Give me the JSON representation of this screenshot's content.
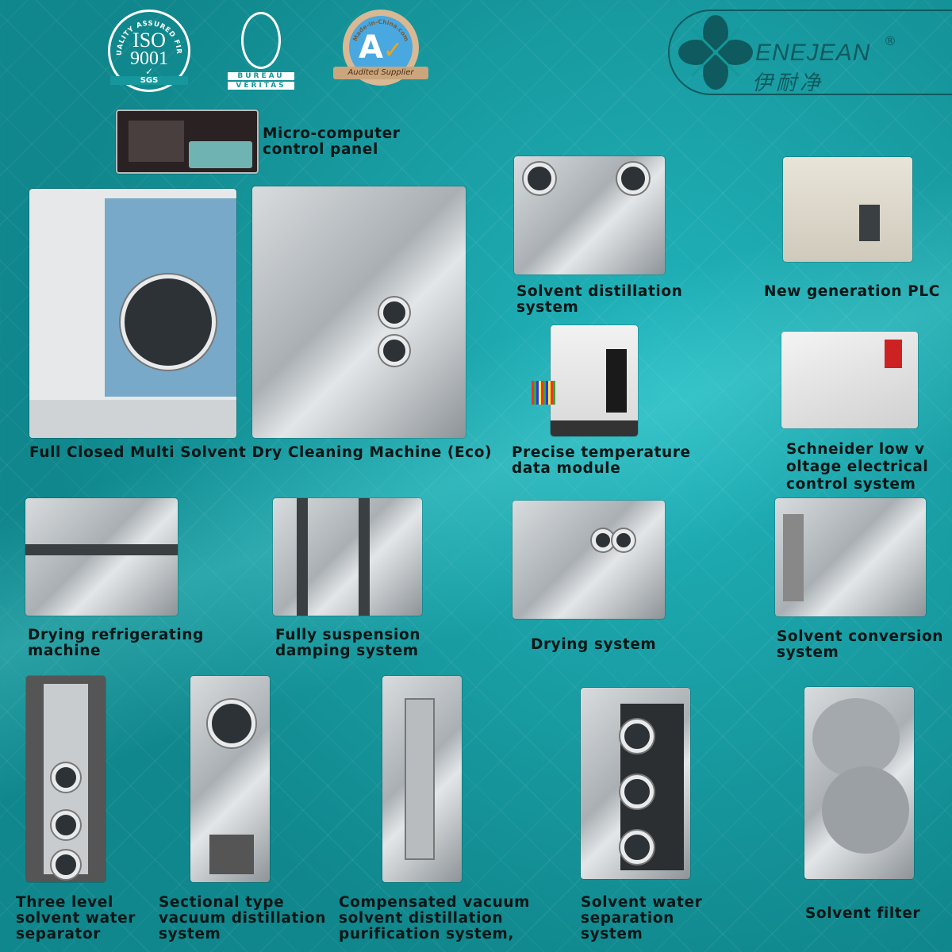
{
  "brand": {
    "name": "ENEJEAN",
    "chinese": "伊耐净",
    "registered": "®",
    "color": "#0f5a5e"
  },
  "certifications": [
    {
      "name": "ISO 9001",
      "line1": "ISO",
      "line2": "9001",
      "ring_text": "QUALITY ASSURED FIRM",
      "issuer": "SGS"
    },
    {
      "name": "Bureau Veritas",
      "line1": "BUREAU",
      "line2": "VERITAS"
    },
    {
      "name": "Audited Supplier",
      "ring_text": "Made-in-China.com",
      "ribbon": "Audited Supplier"
    }
  ],
  "features": [
    {
      "id": "control-panel",
      "caption": [
        "Micro-computer",
        "control panel"
      ]
    },
    {
      "id": "main-machine",
      "caption": [
        "Full Closed Multi Solvent Dry Cleaning Machine (Eco)"
      ]
    },
    {
      "id": "solvent-distillation",
      "caption": [
        "Solvent distillation",
        "system"
      ]
    },
    {
      "id": "plc",
      "caption": [
        "New generation PLC"
      ]
    },
    {
      "id": "temperature-module",
      "caption": [
        "Precise temperature",
        "data module"
      ]
    },
    {
      "id": "schneider",
      "caption": [
        "Schneider low v",
        "oltage electrical",
        "control system"
      ]
    },
    {
      "id": "drying-refrigerating",
      "caption": [
        "Drying refrigerating",
        "machine"
      ]
    },
    {
      "id": "suspension",
      "caption": [
        "Fully suspension",
        "damping system"
      ]
    },
    {
      "id": "drying-system",
      "caption": [
        "Drying system"
      ]
    },
    {
      "id": "solvent-conversion",
      "caption": [
        "Solvent conversion",
        "system"
      ]
    },
    {
      "id": "three-level-separator",
      "caption": [
        "Three level",
        "solvent water",
        "separator"
      ]
    },
    {
      "id": "sectional-distillation",
      "caption": [
        "Sectional type",
        "vacuum distillation",
        "system"
      ]
    },
    {
      "id": "compensated-vacuum",
      "caption": [
        "Compensated vacuum",
        "solvent distillation",
        "purification system,"
      ]
    },
    {
      "id": "water-separation",
      "caption": [
        "Solvent water",
        "separation",
        "system"
      ]
    },
    {
      "id": "solvent-filter",
      "caption": [
        "Solvent filter"
      ]
    }
  ]
}
